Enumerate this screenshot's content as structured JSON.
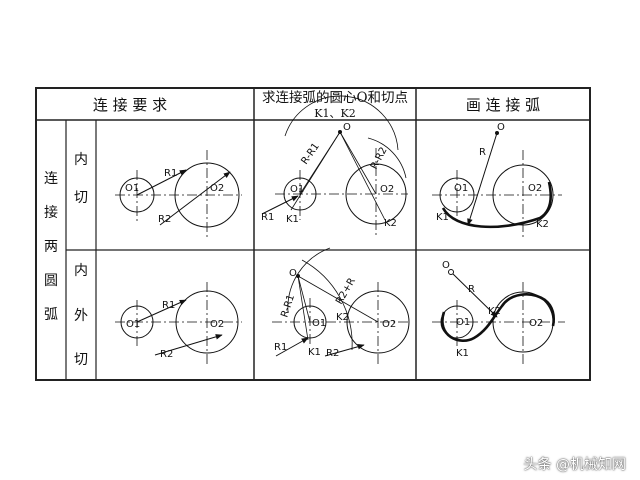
{
  "table": {
    "header": {
      "col1": "连 接 要 求",
      "col2_line1": "求连接弧的圆心O和切点",
      "col2_line2": "K1、K2",
      "col3": "画 连 接 弧"
    },
    "row_group_label": [
      "连",
      "接",
      "两",
      "圆",
      "弧"
    ],
    "row1_label": [
      "内",
      "切"
    ],
    "row2_label": [
      "内",
      "外",
      "切"
    ]
  },
  "figure_labels": {
    "o1": "O1",
    "o2": "O2",
    "r1": "R1",
    "r2": "R2",
    "o": "O",
    "r_minus_r1": "R-R1",
    "r_minus_r2": "R-R2",
    "r2_plus_r": "R2+R",
    "r": "R",
    "k1": "K1",
    "k2": "K2"
  },
  "watermark": "头条 @机械知网",
  "colors": {
    "line": "#111111",
    "frame": "#222222",
    "background": "#ffffff"
  }
}
